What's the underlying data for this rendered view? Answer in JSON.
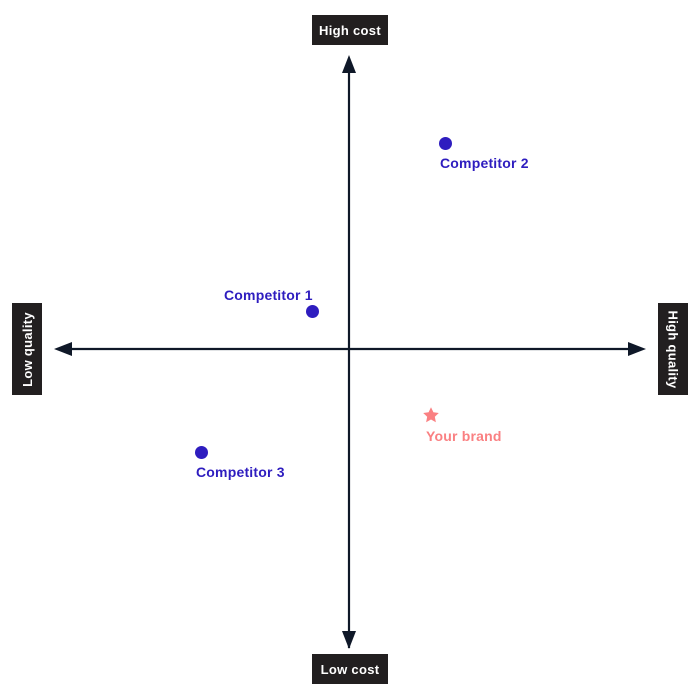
{
  "chart_data": {
    "type": "scatter",
    "title": "",
    "xlabel": "Quality",
    "ylabel": "Cost",
    "xlim": [
      -1,
      1
    ],
    "ylim": [
      -1,
      1
    ],
    "grid": false,
    "legend": "none",
    "axis_labels": {
      "top": "High cost",
      "bottom": "Low cost",
      "left": "Low quality",
      "right": "High quality"
    },
    "points": [
      {
        "name": "Competitor 2",
        "x": 0.36,
        "y": 0.71,
        "marker": "circle",
        "color": "#2E1DBF",
        "label_position": "below"
      },
      {
        "name": "Competitor 1",
        "x": -0.12,
        "y": 0.11,
        "marker": "circle",
        "color": "#2E1DBF",
        "label_position": "above-left"
      },
      {
        "name": "Competitor 3",
        "x": -0.49,
        "y": -0.34,
        "marker": "circle",
        "color": "#2E1DBF",
        "label_position": "below"
      },
      {
        "name": "Your brand",
        "x": 0.28,
        "y": -0.21,
        "marker": "star",
        "color": "#FA8082",
        "label_position": "below"
      }
    ]
  },
  "axes": {
    "top_label": "High cost",
    "bottom_label": "Low cost",
    "left_label": "Low quality",
    "right_label": "High quality"
  },
  "points": {
    "competitor_2": {
      "label": "Competitor 2"
    },
    "competitor_1": {
      "label": "Competitor 1"
    },
    "competitor_3": {
      "label": "Competitor 3"
    },
    "your_brand": {
      "label": "Your brand"
    }
  },
  "colors": {
    "competitor": "#2E1DBF",
    "brand": "#FA8082",
    "axis": "#0F1828",
    "chip_background": "#221F20",
    "chip_text": "#FFFFFF",
    "canvas_background": "#FFFFFF"
  }
}
